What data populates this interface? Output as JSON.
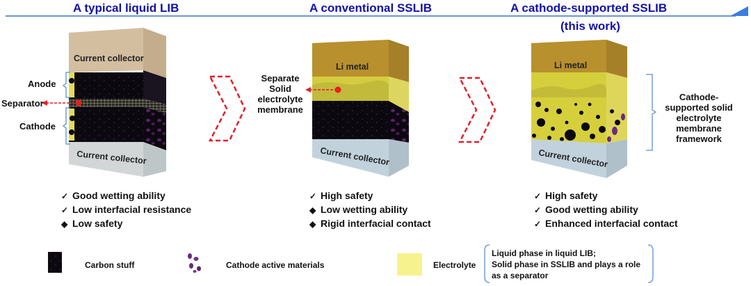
{
  "headers": {
    "liquid": "A typical liquid LIB",
    "conventional": "A conventional SSLIB",
    "cathode_supported": "A cathode-supported SSLIB",
    "cathode_supported_sub": "(this work)"
  },
  "colors": {
    "title": "#1212a8",
    "timeline": "#6d95d0",
    "arrow_head": "#3c7ce0",
    "chevron": "#e0202a",
    "bracket": "#5b8fd8",
    "current_collector_top": "#d6c3a4",
    "current_collector_bottom": "#c9d2da",
    "li_metal": "#b8902e",
    "electrolyte": "#f2f08a",
    "electrolyte_layer": "#d6cf3c",
    "carbon": "#0c0810",
    "cathode_active": "#6a2a7a"
  },
  "cell1": {
    "top_layer": "Current collector",
    "bottom_layer": "Current collector",
    "labels": {
      "anode": "Anode",
      "separator": "Separator",
      "cathode": "Cathode"
    }
  },
  "cell2": {
    "top_layer": "Li metal",
    "bottom_layer": "Current collector",
    "callout": [
      "Separate",
      "Solid",
      "electrolyte",
      "membrane"
    ]
  },
  "cell3": {
    "top_layer": "Li metal",
    "bottom_layer": "Current collector",
    "callout": [
      "Cathode-",
      "supported solid",
      "electrolyte",
      "membrane",
      "framework"
    ]
  },
  "features": {
    "liquid": [
      {
        "mark": "✓",
        "text": "Good wetting ability"
      },
      {
        "mark": "✓",
        "text": "Low interfacial resistance"
      },
      {
        "mark": "◆",
        "text": "Low safety"
      }
    ],
    "conventional": [
      {
        "mark": "✓",
        "text": "High safety"
      },
      {
        "mark": "◆",
        "text": "Low wetting ability"
      },
      {
        "mark": "◆",
        "text": "Rigid interfacial contact"
      }
    ],
    "cathode_supported": [
      {
        "mark": "✓",
        "text": "High safety"
      },
      {
        "mark": "✓",
        "text": "Good wetting ability"
      },
      {
        "mark": "✓",
        "text": "Enhanced interfacial contact"
      }
    ]
  },
  "legend": {
    "carbon": "Carbon stuff",
    "cathode_active": "Cathode active materials",
    "electrolyte": "Electrolyte",
    "note": [
      "Liquid phase in liquid LIB;",
      "Solid phase in SSLIB and plays a role",
      "as a separator"
    ]
  }
}
